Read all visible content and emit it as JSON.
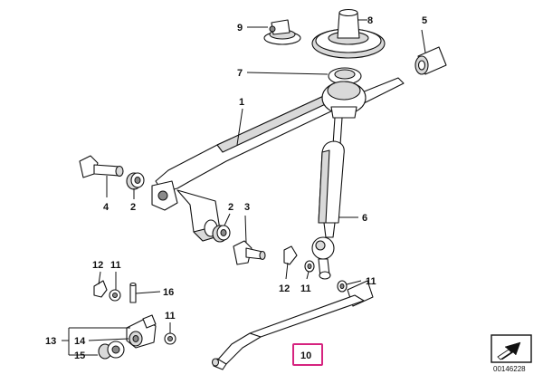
{
  "callouts": {
    "c1": "1",
    "c2a": "2",
    "c2b": "2",
    "c3": "3",
    "c4": "4",
    "c5": "5",
    "c6": "6",
    "c7": "7",
    "c8": "8",
    "c9": "9",
    "c10": "10",
    "c11a": "11",
    "c11b": "11",
    "c11c": "11",
    "c11d": "11",
    "c12a": "12",
    "c12b": "12",
    "c13": "13",
    "c14": "14",
    "c15": "15",
    "c16": "16"
  },
  "reference_number": "00146228",
  "colors": {
    "highlight": "#d6237f",
    "line": "#111111"
  },
  "icons": {
    "corner": "arrow-icon"
  }
}
